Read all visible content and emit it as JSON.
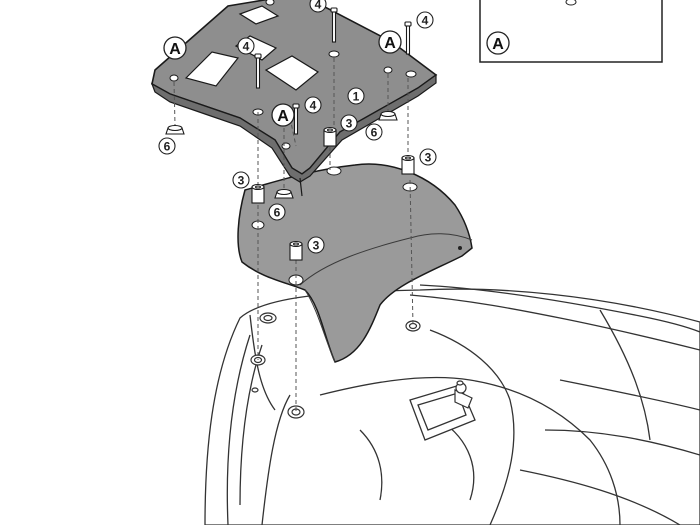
{
  "labels": {
    "A": "A",
    "part_1": "1",
    "part_3": "3",
    "part_4": "4",
    "part_6": "6"
  },
  "colors": {
    "plate_fill": "#8e8e8e",
    "plate_stroke": "#1a1a1a",
    "base_fill": "#9a9a9a",
    "scooter_fill": "#ffffff",
    "scooter_stroke": "#333333",
    "callout_fill": "#ffffff"
  }
}
